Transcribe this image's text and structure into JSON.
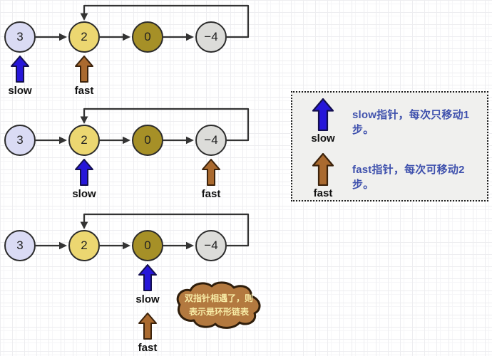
{
  "rows": [
    {
      "nodes": [
        "3",
        "2",
        "0",
        "−4"
      ],
      "slow_label": "slow",
      "fast_label": "fast"
    },
    {
      "nodes": [
        "3",
        "2",
        "0",
        "−4"
      ],
      "slow_label": "slow",
      "fast_label": "fast"
    },
    {
      "nodes": [
        "3",
        "2",
        "0",
        "−4"
      ],
      "slow_label": "slow",
      "fast_label": "fast"
    }
  ],
  "legend": {
    "slow_label": "slow",
    "slow_text": "slow指针，每次只移动1步。",
    "fast_label": "fast",
    "fast_text": "fast指针，每次可移动2步。"
  },
  "callout": {
    "line1": "双指针相遇了，则",
    "line2": "表示是环形链表"
  },
  "colors": {
    "slow_arrow": "#2616d9",
    "slow_arrow_border": "#14104f",
    "fast_arrow": "#aa6a2f",
    "fast_arrow_border": "#3c230c",
    "node_fills": [
      "#dadbf4",
      "#ecd771",
      "#a69027",
      "#dcdcd9"
    ],
    "legend_text": "#3f51ad",
    "cloud_fill": "#b3793f",
    "cloud_border": "#2e1d0b",
    "cloud_text": "#f8eca6"
  }
}
